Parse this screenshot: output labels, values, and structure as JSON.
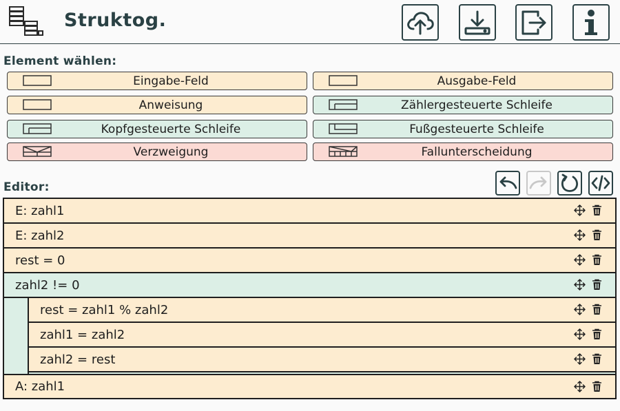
{
  "app": {
    "title": "Struktog."
  },
  "header_buttons": [
    {
      "name": "upload-button",
      "icon": "cloud-upload-icon"
    },
    {
      "name": "download-button",
      "icon": "download-tray-icon"
    },
    {
      "name": "export-button",
      "icon": "file-export-icon"
    },
    {
      "name": "info-button",
      "icon": "info-icon"
    }
  ],
  "palette": {
    "heading": "Element wählen:",
    "items": [
      {
        "label": "Eingabe-Feld",
        "icon": "input-field-icon",
        "color": "#fdecd0"
      },
      {
        "label": "Ausgabe-Feld",
        "icon": "output-field-icon",
        "color": "#fdecd0"
      },
      {
        "label": "Anweisung",
        "icon": "statement-icon",
        "color": "#fdecd0"
      },
      {
        "label": "Zählergesteuerte Schleife",
        "icon": "counter-loop-icon",
        "color": "#dcefe6"
      },
      {
        "label": "Kopfgesteuerte Schleife",
        "icon": "head-loop-icon",
        "color": "#dcefe6"
      },
      {
        "label": "Fußgesteuerte Schleife",
        "icon": "foot-loop-icon",
        "color": "#dcefe6"
      },
      {
        "label": "Verzweigung",
        "icon": "branch-icon",
        "color": "#fbdad4"
      },
      {
        "label": "Fallunterscheidung",
        "icon": "case-icon",
        "color": "#fbdad4"
      }
    ]
  },
  "editor": {
    "heading": "Editor:",
    "tools": [
      {
        "name": "undo-button",
        "icon": "undo-icon",
        "enabled": true
      },
      {
        "name": "redo-button",
        "icon": "redo-icon",
        "enabled": false
      },
      {
        "name": "reset-button",
        "icon": "reset-icon",
        "enabled": true
      },
      {
        "name": "code-button",
        "icon": "code-icon",
        "enabled": true
      }
    ],
    "rows": [
      {
        "text": "E: zahl1",
        "type": "input"
      },
      {
        "text": "E: zahl2",
        "type": "input"
      },
      {
        "text": "rest = 0",
        "type": "statement"
      },
      {
        "text": "zahl2 != 0",
        "type": "loop"
      },
      {
        "text": "rest = zahl1 % zahl2",
        "type": "statement"
      },
      {
        "text": "zahl1 = zahl2",
        "type": "statement"
      },
      {
        "text": "zahl2 = rest",
        "type": "statement"
      },
      {
        "text": "A: zahl1",
        "type": "output"
      }
    ],
    "row_icons": {
      "move": "move-arrows-icon",
      "delete": "trash-icon"
    }
  },
  "colors": {
    "accent": "#2a4144",
    "statement": "#fdecd0",
    "loop": "#dcefe6",
    "branch": "#fbdad4"
  }
}
